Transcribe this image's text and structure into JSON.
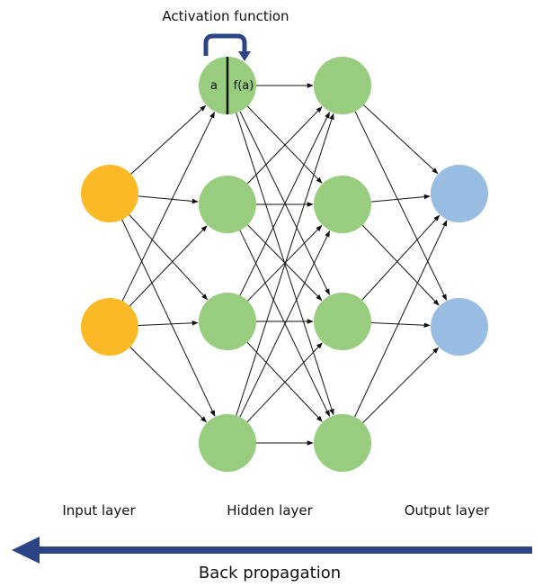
{
  "title": "Activation function",
  "neuron_labels": {
    "input": "a",
    "output": "f(a)"
  },
  "layers": [
    {
      "id": "input",
      "label": "Input layer",
      "nodes": 2,
      "color": "#FBBA25"
    },
    {
      "id": "hidden1",
      "label": "Hidden layer",
      "nodes": 4,
      "color": "#98CC7E"
    },
    {
      "id": "hidden2",
      "label": "",
      "nodes": 4,
      "color": "#98CC7E"
    },
    {
      "id": "output",
      "label": "Output layer",
      "nodes": 2,
      "color": "#98BCE2"
    }
  ],
  "back_propagation": {
    "label": "Back propagation",
    "direction": "right-to-left",
    "color": "#2C4485"
  },
  "colors": {
    "edge": "#111111",
    "activation_loop": "#2C4485",
    "divider": "#111111"
  }
}
